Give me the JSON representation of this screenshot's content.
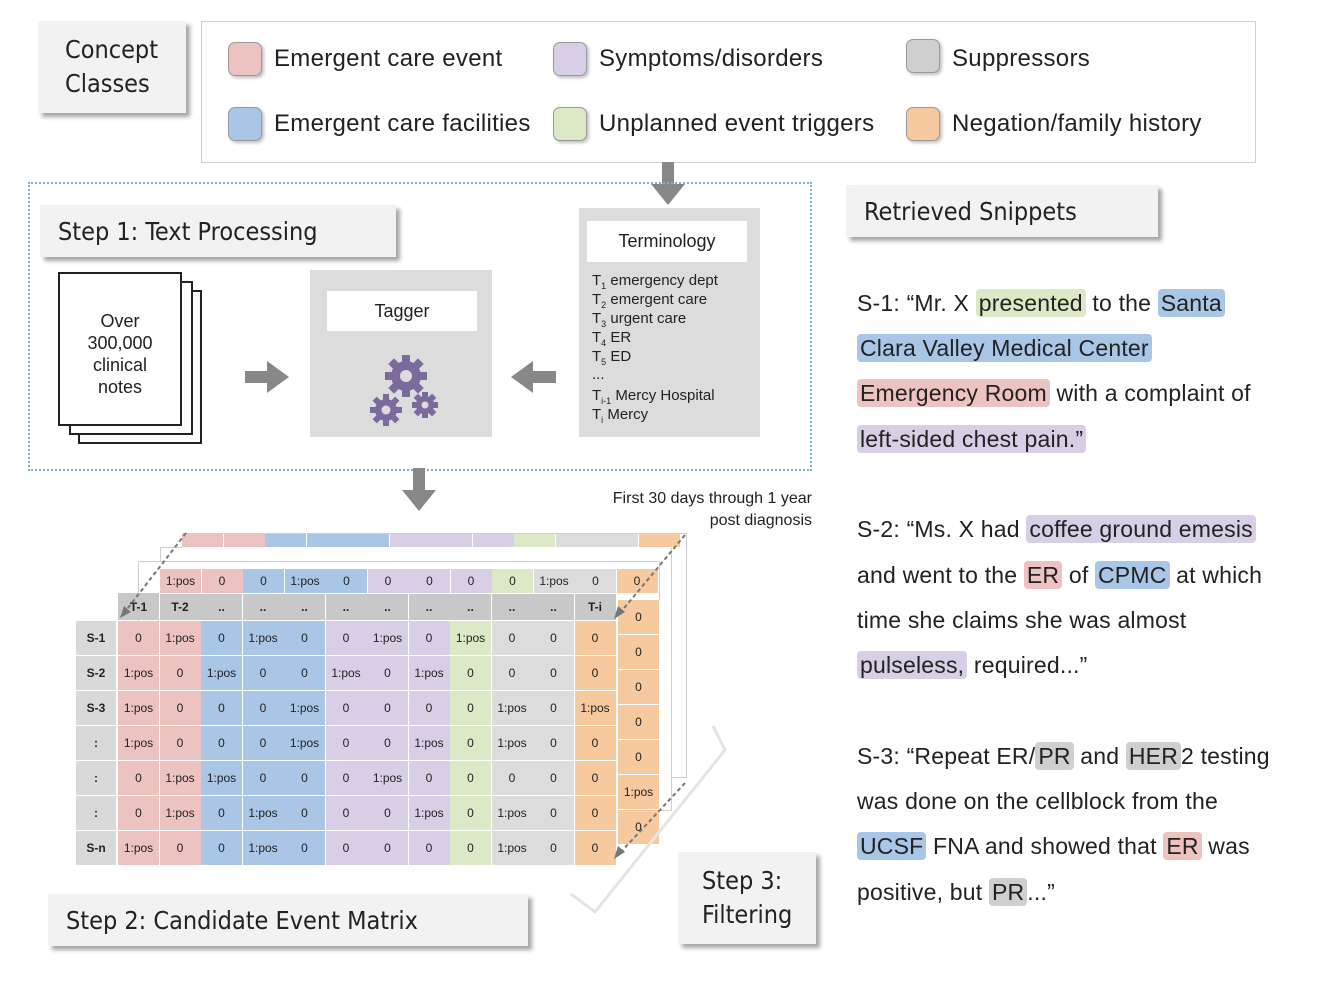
{
  "concept_classes": {
    "title_line1": "Concept",
    "title_line2": "Classes",
    "items": [
      {
        "label": "Emergent care event",
        "color": "#ecc3c1"
      },
      {
        "label": "Symptoms/disorders",
        "color": "#d8cfe6"
      },
      {
        "label": "Suppressors",
        "color": "#cfcfcf"
      },
      {
        "label": "Emergent care facilities",
        "color": "#a9c6e6"
      },
      {
        "label": "Unplanned event triggers",
        "color": "#dbe9c6"
      },
      {
        "label": "Negation/family history",
        "color": "#f6c99e"
      }
    ]
  },
  "step1": {
    "title": "Step 1: Text Processing",
    "notes_line1": "Over",
    "notes_line2": "300,000",
    "notes_line3": "clinical",
    "notes_line4": "notes",
    "tagger": "Tagger",
    "terminology": {
      "title": "Terminology",
      "terms": [
        {
          "t": "T",
          "sub": "1",
          "text": "emergency dept"
        },
        {
          "t": "T",
          "sub": "2",
          "text": "emergent care"
        },
        {
          "t": "T",
          "sub": "3",
          "text": "urgent care"
        },
        {
          "t": "T",
          "sub": "4",
          "text": "ER"
        },
        {
          "t": "T",
          "sub": "5",
          "text": "ED"
        },
        {
          "t": "...",
          "sub": "",
          "text": ""
        },
        {
          "t": "T",
          "sub": "i-1",
          "text": "Mercy Hospital"
        },
        {
          "t": "T",
          "sub": "i",
          "text": "Mercy"
        }
      ]
    }
  },
  "step2": {
    "title": "Step 2: Candidate Event Matrix",
    "time_note_line1": "First 30 days through 1 year",
    "time_note_line2": "post diagnosis",
    "col_headers": [
      "T-1",
      "T-2",
      "..",
      "..",
      "..",
      "..",
      "..",
      "..",
      "..",
      "..",
      "..",
      "T-i"
    ],
    "col_colors": [
      "#ecc3c1",
      "#ecc3c1",
      "#a9c6e6",
      "#a9c6e6",
      "#a9c6e6",
      "#d8cfe6",
      "#d8cfe6",
      "#d8cfe6",
      "#dbe9c6",
      "#dcdcdc",
      "#dcdcdc",
      "#f6c99e"
    ],
    "row_labels": [
      "S-1",
      "S-2",
      "S-3",
      ":",
      ":",
      ":",
      "S-n"
    ],
    "rows": [
      [
        "0",
        "1:pos",
        "0",
        "1:pos",
        "0",
        "0",
        "1:pos",
        "0",
        "1:pos",
        "0",
        "0",
        "0"
      ],
      [
        "1:pos",
        "0",
        "1:pos",
        "0",
        "0",
        "1:pos",
        "0",
        "1:pos",
        "0",
        "0",
        "0",
        "0"
      ],
      [
        "1:pos",
        "0",
        "0",
        "0",
        "1:pos",
        "0",
        "0",
        "0",
        "0",
        "1:pos",
        "0",
        "1:pos"
      ],
      [
        "1:pos",
        "0",
        "0",
        "0",
        "1:pos",
        "0",
        "0",
        "1:pos",
        "0",
        "1:pos",
        "0",
        "0"
      ],
      [
        "0",
        "1:pos",
        "1:pos",
        "0",
        "0",
        "0",
        "1:pos",
        "0",
        "0",
        "0",
        "0",
        "0"
      ],
      [
        "0",
        "1:pos",
        "0",
        "1:pos",
        "0",
        "0",
        "0",
        "1:pos",
        "0",
        "1:pos",
        "0",
        "0"
      ],
      [
        "1:pos",
        "0",
        "0",
        "1:pos",
        "0",
        "0",
        "0",
        "0",
        "0",
        "1:pos",
        "0",
        "0"
      ]
    ],
    "back_row": [
      "1:pos",
      "0",
      "0",
      "1:pos",
      "0",
      "0",
      "0",
      "0",
      "0",
      "1:pos",
      "0",
      "0"
    ],
    "back_col": [
      "0",
      "0",
      "0",
      "0",
      "0",
      "1:pos",
      "0"
    ],
    "back_fragment": "s"
  },
  "step3": {
    "title_line1": "Step 3:",
    "title_line2": "Filtering"
  },
  "snippets": {
    "title": "Retrieved Snippets",
    "s1": {
      "l1_a": "S-1: “Mr. X ",
      "l1_hl1": "presented",
      "l1_b": " to the ",
      "l1_hl2": "Santa",
      "l2_hl": "Clara Valley Medical Center",
      "l3_hl": "Emergency Room",
      "l3_b": " with a complaint of",
      "l4_hl": "left-sided chest pain.”"
    },
    "s2": {
      "l1_a": "S-2: “Ms. X had ",
      "l1_hl": "coffee ground emesis",
      "l2_a": "and went to the ",
      "l2_hl1": "ER",
      "l2_b": " of ",
      "l2_hl2": "CPMC",
      "l2_c": " at which",
      "l3": "time she claims she was almost",
      "l4_hl": "pulseless,",
      "l4_b": " required...”"
    },
    "s3": {
      "l1_a": "S-3: “Repeat ER/",
      "l1_hl1": "PR",
      "l1_b": " and ",
      "l1_hl2": "HER",
      "l1_c": "2 testing",
      "l2": "was done on the cellblock from the",
      "l3_hl1": "UCSF",
      "l3_b": " FNA and showed that ",
      "l3_hl2": "ER",
      "l3_c": " was",
      "l4_a": "positive, but ",
      "l4_hl": "PR",
      "l4_b": "...”"
    }
  }
}
